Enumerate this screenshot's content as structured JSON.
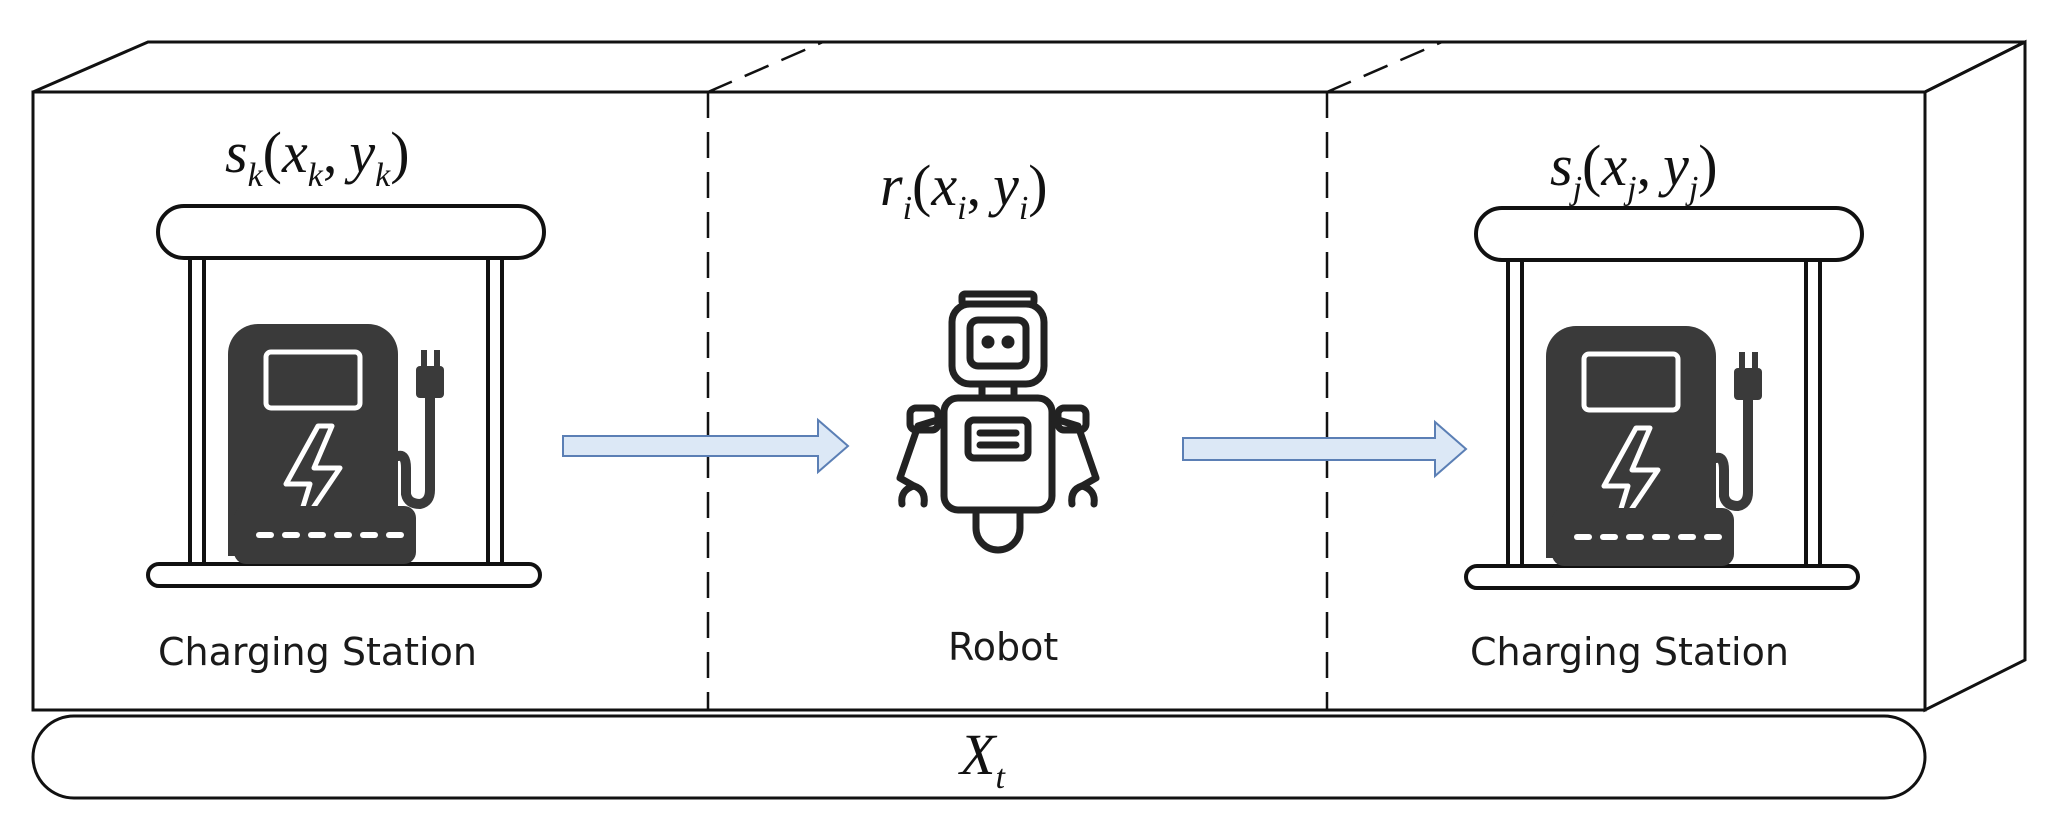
{
  "stations": {
    "left": {
      "var": "s",
      "sub": "k",
      "x": "x",
      "x_sub": "k",
      "y": "y",
      "y_sub": "k",
      "label": "Charging Station"
    },
    "right": {
      "var": "s",
      "sub": "j",
      "x": "x",
      "x_sub": "j",
      "y": "y",
      "y_sub": "j",
      "label": "Charging Station"
    }
  },
  "robot": {
    "var": "r",
    "sub": "i",
    "x": "x",
    "x_sub": "i",
    "y": "y",
    "y_sub": "i",
    "label": "Robot"
  },
  "base": {
    "var": "X",
    "sub": "t"
  },
  "paren_open": "(",
  "paren_close": ")",
  "comma": ",",
  "colors": {
    "outline": "#111111",
    "icon_fill": "#3a3a3a",
    "arrow_fill": "#dce8f6",
    "arrow_stroke": "#5b7fb5"
  },
  "icons": [
    "charging-station-icon",
    "robot-icon",
    "right-arrow-icon"
  ]
}
